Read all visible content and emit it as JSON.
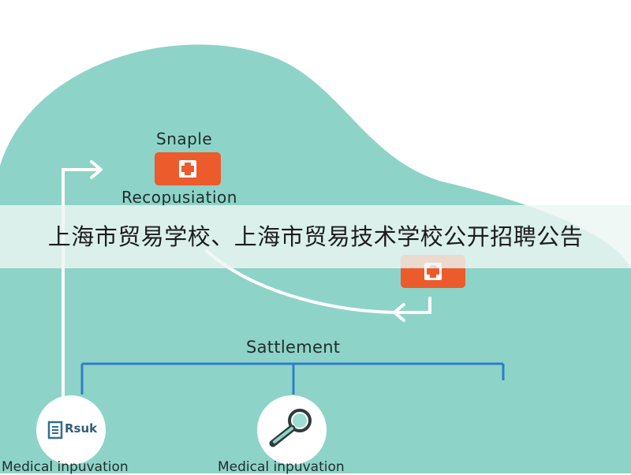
{
  "diagram": {
    "top_node_label": "Snaple",
    "top_node_caption": "Recopusiation",
    "branch_label": "Sattlement",
    "badge_text": "Rsuk",
    "bottom_left_label": "Medical inpuvation",
    "bottom_center_label": "Medical inpuvation"
  },
  "banner": {
    "title": "上海市贸易学校、上海市贸易技术学校公开招聘公告"
  },
  "colors": {
    "blob": "#8ed3c8",
    "accent_orange": "#ec5b2c",
    "branch_blue": "#2f7fc9",
    "arrow_white": "#ffffff"
  }
}
